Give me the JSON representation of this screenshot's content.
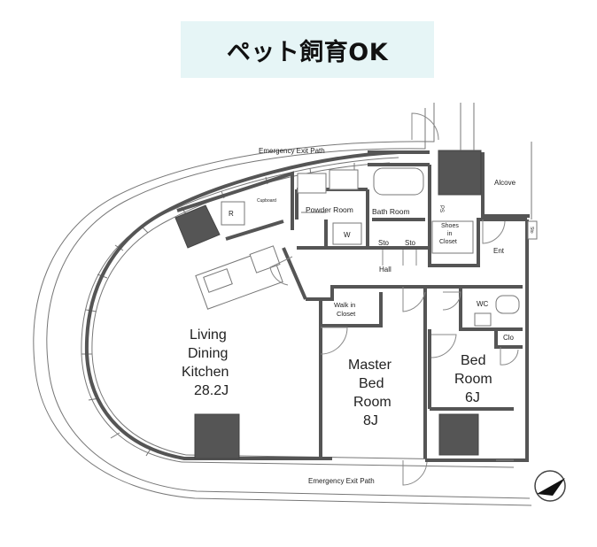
{
  "banner": {
    "text": "ペット飼育OK",
    "bg_color": "#e6f5f6"
  },
  "plan": {
    "labels": {
      "emergency_exit_top": "Emergency Exit Path",
      "emergency_exit_bottom": "Emergency Exit Path",
      "alcove": "Alcove",
      "ps": "PS",
      "cupboard": "Cupboard",
      "refrigerator": "R",
      "powder_room": "Powder Room",
      "bath_room": "Bath Room",
      "washer": "W",
      "sto_1": "Sto",
      "sto_2": "Sto",
      "shoes_closet_1": "Shoes",
      "shoes_closet_2": "in",
      "shoes_closet_3": "Closet",
      "hall": "Hall",
      "ent": "Ent",
      "sto_small": "Sto",
      "ldk_1": "Living",
      "ldk_2": "Dining",
      "ldk_3": "Kitchen",
      "ldk_4": "28.2J",
      "walkin_1": "Walk in",
      "walkin_2": "Closet",
      "master_1": "Master",
      "master_2": "Bed",
      "master_3": "Room",
      "master_4": "8J",
      "wc": "WC",
      "clo": "Clo",
      "bed_1": "Bed",
      "bed_2": "Room",
      "bed_3": "6J"
    },
    "wall_color": "#555555",
    "compass_icon": "north-compass-icon"
  }
}
